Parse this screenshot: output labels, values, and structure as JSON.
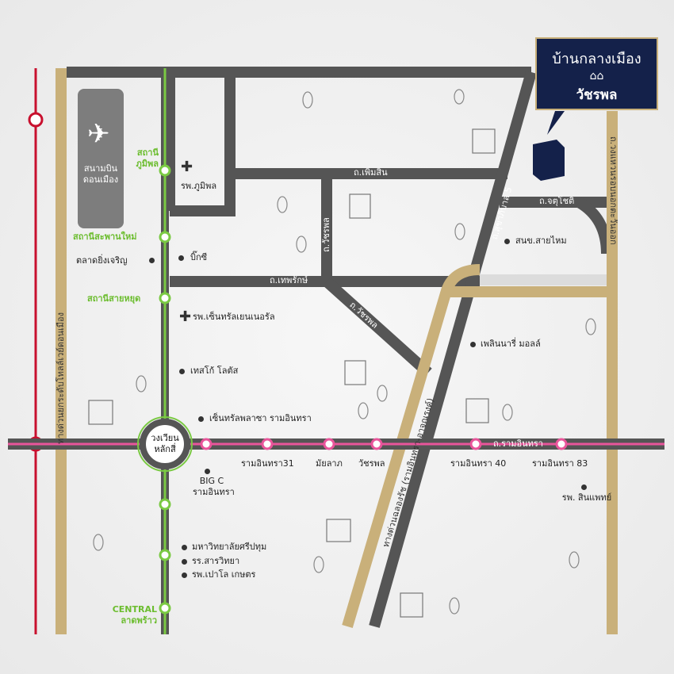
{
  "project": {
    "name_line1": "บ้านกลางเมือง",
    "name_line2": "วัชรพล",
    "logo_icon": "house-logo-icon",
    "brand_colors": {
      "navy": "#14214a",
      "gold": "#c9b07a"
    }
  },
  "airport": {
    "label": "สนามบินดอนเมือง",
    "icon": "airplane-icon"
  },
  "green_line_stations": [
    {
      "label": "สถานีภูมิพล"
    },
    {
      "label": "สถานีสะพานใหม่"
    },
    {
      "label": "สถานีสายหยุด"
    },
    {
      "label": "CENTRAL ลาดพร้าว"
    }
  ],
  "pink_line_stations": [
    {
      "label": "รามอินทรา31"
    },
    {
      "label": "มัยลาภ"
    },
    {
      "label": "วัชรพล"
    },
    {
      "label": "รามอินทรา 40"
    },
    {
      "label": "รามอินทรา 83"
    }
  ],
  "roads": {
    "vibhavadi": "ทางด่วนยกระดับโทลล์เวย์ดอนเมือง",
    "phemsin": "ถ.เพิ่มสิน",
    "watcharapol_vertical": "ถ.วัชรพล",
    "thepharak": "ถ.เทพรักษ์",
    "watcharapol_diagonal": "ถ.วัชรพล",
    "sukhaphiban5": "ถ.สุขาภิบาล 5",
    "chatuchot": "ถ.จตุโชติ",
    "kanchanaphisek": "ถ.วงแหวนรอบนอกตะวันออก",
    "expressway": "ทางด่วนฉลองรัช (รามอินทรา-อาจณรงค์)",
    "ramintra": "ถ.รามอินทรา",
    "roundabout": "วงเวียนหลักสี่"
  },
  "places": [
    {
      "label": "รพ.ภูมิพล",
      "type": "hospital"
    },
    {
      "label": "ตลาดยิ่งเจริญ"
    },
    {
      "label": "บิ๊กซี"
    },
    {
      "label": "รพ.เซ็นทรัลเยนเนอรัล",
      "type": "hospital"
    },
    {
      "label": "เทสโก้ โลตัส"
    },
    {
      "label": "เซ็นทรัลพลาซา รามอินทรา"
    },
    {
      "label": "BIG C รามอินทรา"
    },
    {
      "label": "มหาวิทยาลัยศรีปทุม"
    },
    {
      "label": "รร.สารวิทยา"
    },
    {
      "label": "รพ.เปาโล เกษตร"
    },
    {
      "label": "สนข.สายไหม"
    },
    {
      "label": "เพลินนารี่ มอลล์"
    },
    {
      "label": "รพ. สินแพทย์"
    }
  ],
  "colors": {
    "road": "#555555",
    "green_line": "#7ac943",
    "pink_line": "#e9559b",
    "red_line": "#c8102e",
    "gold_road": "#c9b07a"
  }
}
